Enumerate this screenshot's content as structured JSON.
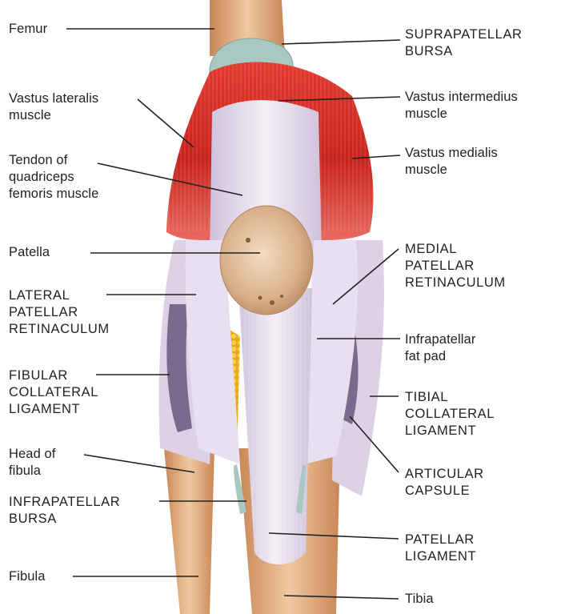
{
  "labels": {
    "femur": "Femur",
    "suprapatellar_bursa": "SUPRAPATELLAR\nBURSA",
    "vastus_lateralis": "Vastus lateralis\nmuscle",
    "vastus_intermedius": "Vastus intermedius\nmuscle",
    "vastus_medialis": "Vastus medialis\nmuscle",
    "quadriceps_tendon": "Tendon of\nquadriceps\nfemoris muscle",
    "patella": "Patella",
    "medial_patellar_retinaculum": "MEDIAL\nPATELLAR\nRETINACULUM",
    "lateral_patellar_retinaculum": "LATERAL\nPATELLAR\nRETINACULUM",
    "infrapatellar_fat_pad": "Infrapatellar\nfat pad",
    "fibular_collateral_ligament": "FIBULAR\nCOLLATERAL\nLIGAMENT",
    "tibial_collateral_ligament": "TIBIAL\nCOLLATERAL\nLIGAMENT",
    "head_of_fibula": "Head of\nfibula",
    "articular_capsule": "ARTICULAR\nCAPSULE",
    "infrapatellar_bursa": "INFRAPATELLAR\nBURSA",
    "patellar_ligament": "PATELLAR\nLIGAMENT",
    "fibula": "Fibula",
    "tibia": "Tibia"
  },
  "colors": {
    "muscle_red": "#d42a22",
    "ligament_white": "#ece4ef",
    "ligament_shade": "#b8a8c8",
    "bone": "#e2a978",
    "patella": "#d9b08a",
    "fat_pad": "#f2c13a",
    "bursa": "#a9c8c2",
    "leader_line": "#222222"
  }
}
